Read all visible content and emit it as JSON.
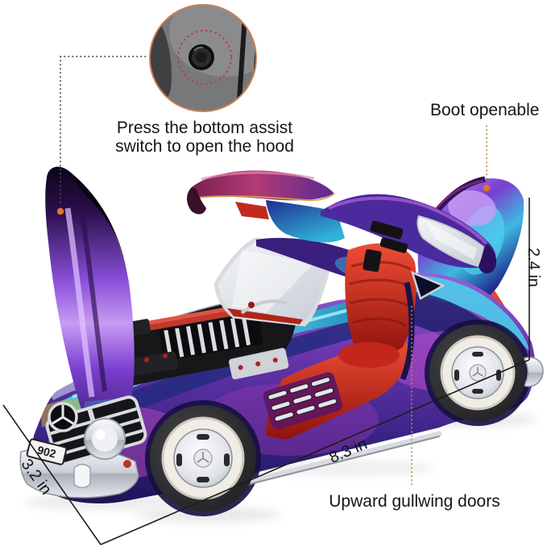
{
  "annotations": {
    "hood_line1": "Press the bottom assist",
    "hood_line2": "switch to open the hood",
    "boot": "Boot openable",
    "doors": "Upward gullwing doors"
  },
  "dimensions": {
    "height": "2.4 in",
    "length": "8.3 in",
    "width": "3.2 in"
  },
  "car": {
    "license_plate": "902"
  },
  "colors": {
    "accent_orange": "#e2751f",
    "inset_ring": "#c97f52",
    "red_dotted_circle": "#c23b3b",
    "dimension_line": "#1c1c1c",
    "leader_gray": "#4f4f4f",
    "leader_orange": "#c9873f",
    "body_purple": "#6a35ae",
    "body_teal": "#3fc0e2",
    "body_magenta": "#b13a8e",
    "interior_red": "#d02a1e",
    "chrome": "#e8e9ec",
    "background": "#ffffff"
  }
}
